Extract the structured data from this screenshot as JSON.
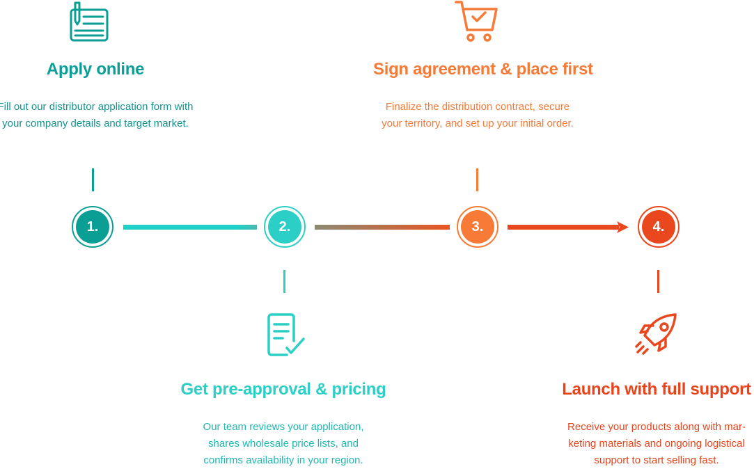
{
  "steps": [
    {
      "number": "1.",
      "title": "Apply online",
      "text": "Fill out our distributor application form with your company details and target market.",
      "icon": "form-pen-icon",
      "color": "#0a9e95"
    },
    {
      "number": "2.",
      "title": "Get pre-approval & pricing",
      "text": "Our team reviews your application, shares wholesale price lists, and confirms availability in your region.",
      "icon": "document-check-icon",
      "color": "#2ccfc6"
    },
    {
      "number": "3.",
      "title": "Sign agreement & place first",
      "text": "Finalize the distribution contract, secure your territory, and set up your initial order.",
      "icon": "cart-check-icon",
      "color": "#f77a36"
    },
    {
      "number": "4.",
      "title": "Launch with full support",
      "text": "Receive your products along with mar-keting materials and ongoing logistical support to start selling fast.",
      "icon": "rocket-icon",
      "color": "#e9481e"
    }
  ]
}
